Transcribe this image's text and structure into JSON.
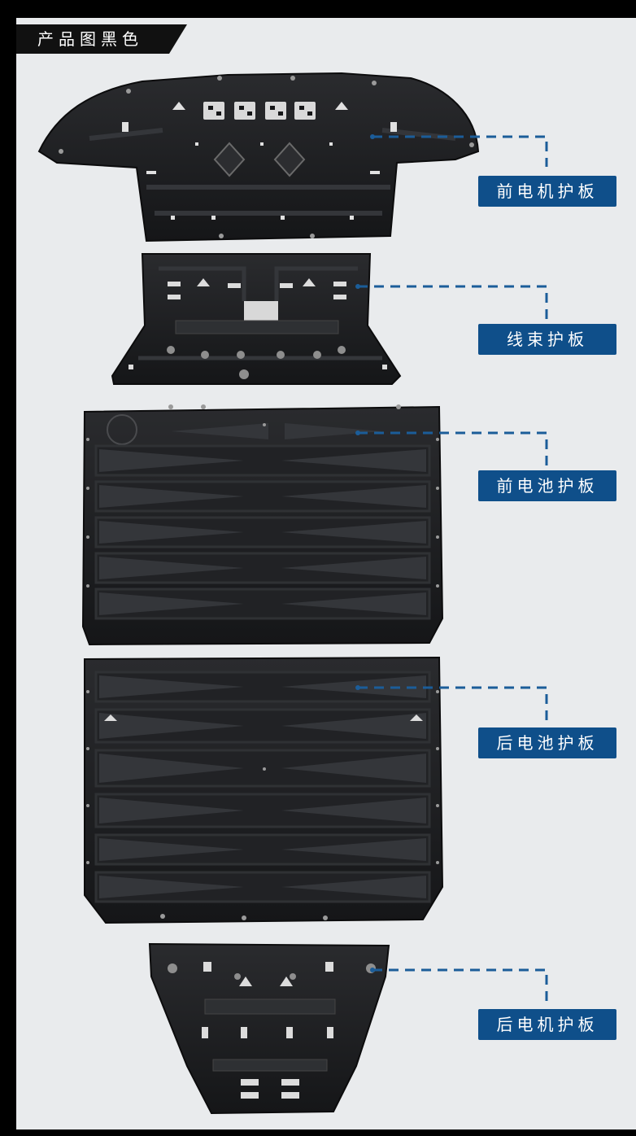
{
  "header": {
    "tag": "产品图黑色"
  },
  "parts": [
    {
      "label": "前电机护板"
    },
    {
      "label": "线束护板"
    },
    {
      "label": "前电池护板"
    },
    {
      "label": "后电池护板"
    },
    {
      "label": "后电机护板"
    }
  ],
  "colors": {
    "label_bg": "#0f4f8a",
    "leader": "#1b5d99",
    "part": "#1b1c1e",
    "rib": "#2b2d30"
  }
}
